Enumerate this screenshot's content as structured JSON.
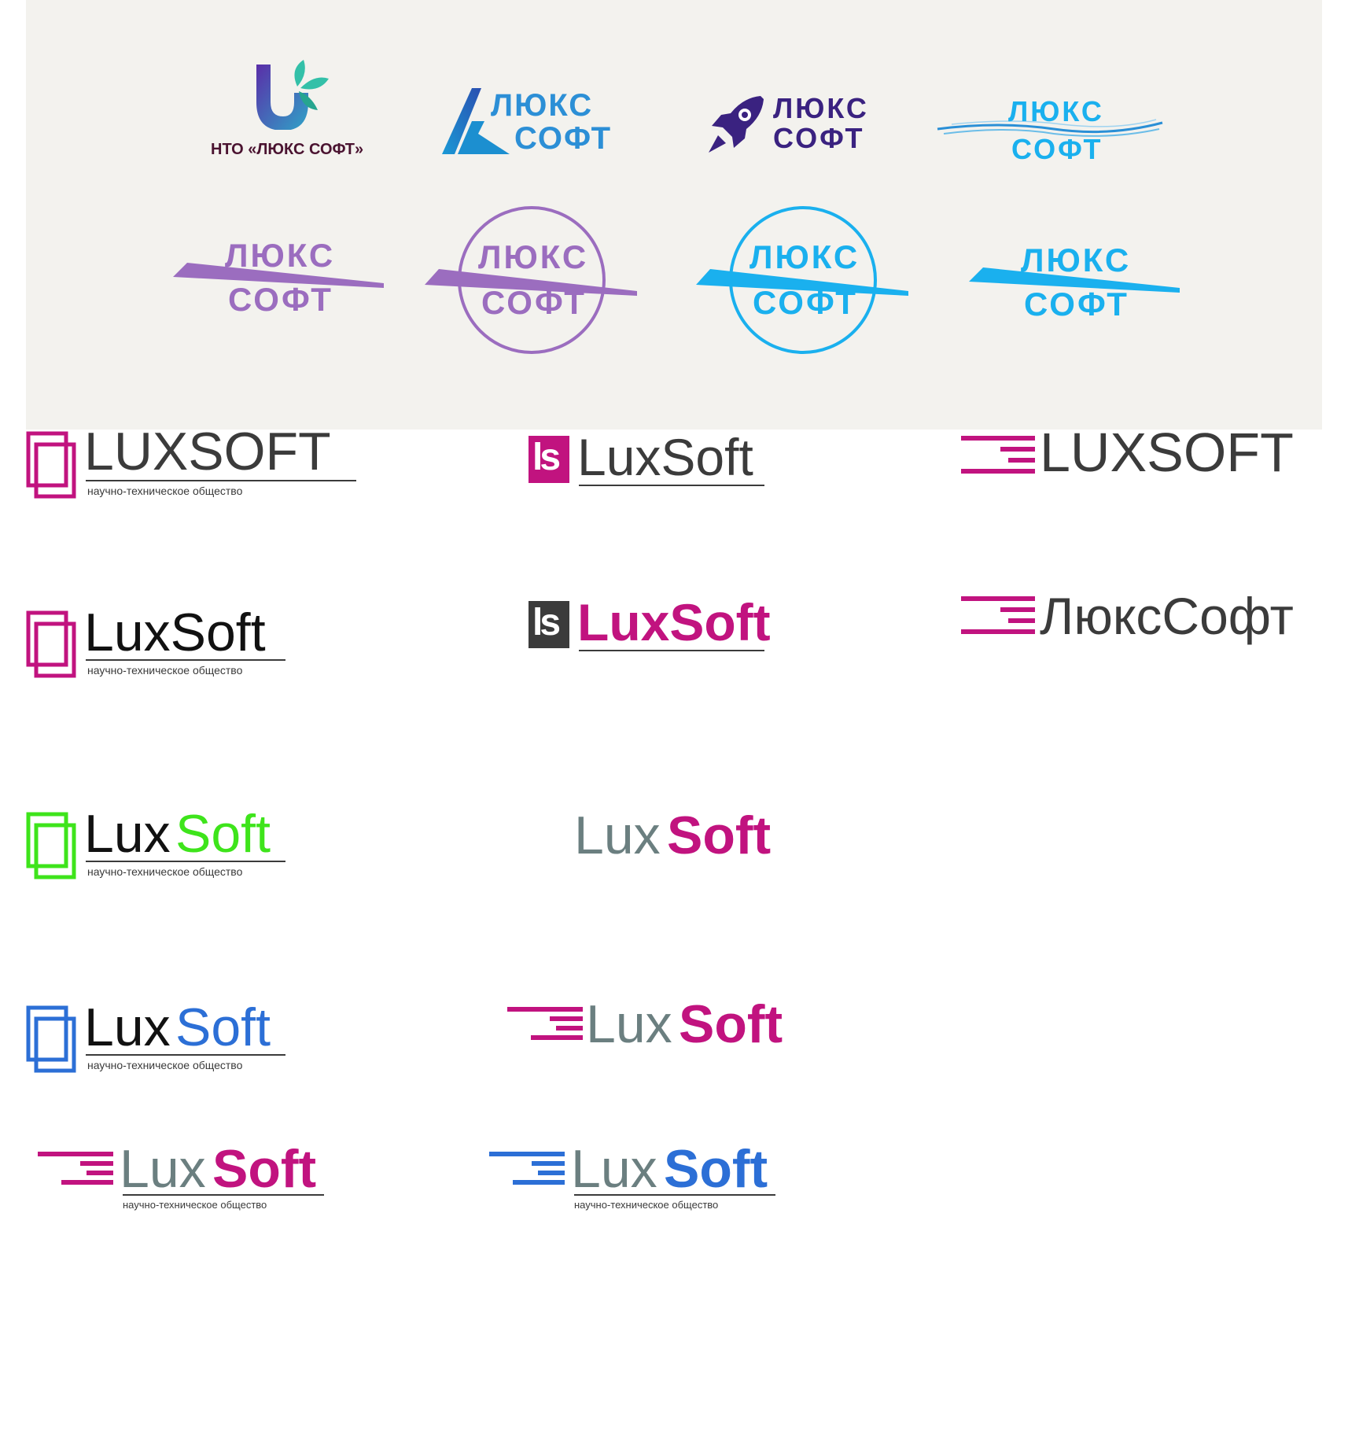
{
  "colors": {
    "magenta": "#c1137f",
    "dark_gray": "#3b3b3b",
    "slate": "#6b7f80",
    "green": "#3ee41b",
    "blue": "#2c6fd6",
    "violet": "#9b6dbf",
    "cyan": "#1ab0ee",
    "navy": "#3a2280",
    "maroon": "#4a1330"
  },
  "logos_top": [
    {
      "name": "leaf-u-logo",
      "caption": "НТО «ЛЮКС СОФТ»"
    },
    {
      "name": "triangle-logo",
      "line1": "ЛЮКС",
      "line2": "СОФТ"
    },
    {
      "name": "rocket-logo",
      "line1": "ЛЮКС",
      "line2": "СОФТ"
    },
    {
      "name": "wave-logo",
      "line1": "ЛЮКС",
      "line2": "СОФТ"
    }
  ],
  "logos_badges": [
    {
      "name": "violet-wing-logo",
      "line1": "ЛЮКС",
      "line2": "СОФТ"
    },
    {
      "name": "violet-circle-logo",
      "line1": "ЛЮКС",
      "line2": "СОФТ"
    },
    {
      "name": "cyan-circle-logo",
      "line1": "ЛЮКС",
      "line2": "СОФТ"
    },
    {
      "name": "cyan-wing-logo",
      "line1": "ЛЮКС",
      "line2": "СОФТ"
    }
  ],
  "wordmarks": {
    "luxsoft_caps": "LUXSOFT",
    "lux": "Lux",
    "soft": "Soft",
    "luxsoft_mixed": "LuxSoft",
    "ls_mark": "ls",
    "cyrillic": "ЛюксСофт",
    "subtitle": "научно-техническое общество"
  }
}
